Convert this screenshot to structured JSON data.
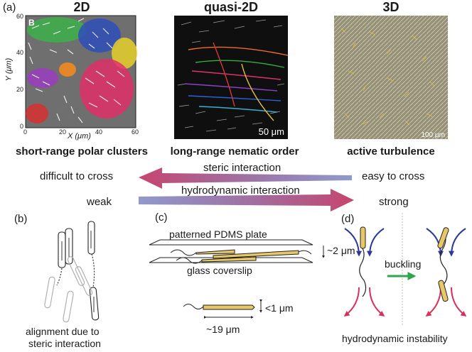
{
  "panel_a": {
    "label": "(a)",
    "columns": [
      {
        "header": "2D",
        "caption": "short-range polar clusters"
      },
      {
        "header": "quasi-2D",
        "caption": "long-range nematic order"
      },
      {
        "header": "3D",
        "caption": "active turbulence"
      }
    ],
    "plot2d": {
      "inset_letter": "B",
      "x_label": "X (μm)",
      "y_label": "Y (μm)",
      "x_ticks": [
        "0",
        "20",
        "40",
        "60"
      ],
      "y_ticks": [
        "0",
        "20",
        "40",
        "60"
      ]
    },
    "scale_quasi2d": "50 μm",
    "scale_3d": "100 μm",
    "steric": {
      "label": "steric interaction",
      "left": "difficult to cross",
      "right": "easy to cross"
    },
    "hydro": {
      "label": "hydrodynamic interaction",
      "left": "weak",
      "right": "strong"
    }
  },
  "panel_b": {
    "label": "(b)",
    "caption_line1": "alignment due to",
    "caption_line2": "steric interaction"
  },
  "panel_c": {
    "label": "(c)",
    "top_plate": "patterned PDMS plate",
    "bottom_plate": "glass coverslip",
    "gap": "~2 μm",
    "width": "<1 μm",
    "length": "~19 μm"
  },
  "panel_d": {
    "label": "(d)",
    "arrow_label": "buckling",
    "caption": "hydrodynamic instability"
  },
  "colors": {
    "arrow_pink": "#c8456e",
    "arrow_blue": "#4a55a8",
    "flow_blue": "#2b3a9a",
    "flow_red": "#d8305a",
    "green_arrow": "#2aa84a",
    "bacterium": "#e8c768"
  }
}
